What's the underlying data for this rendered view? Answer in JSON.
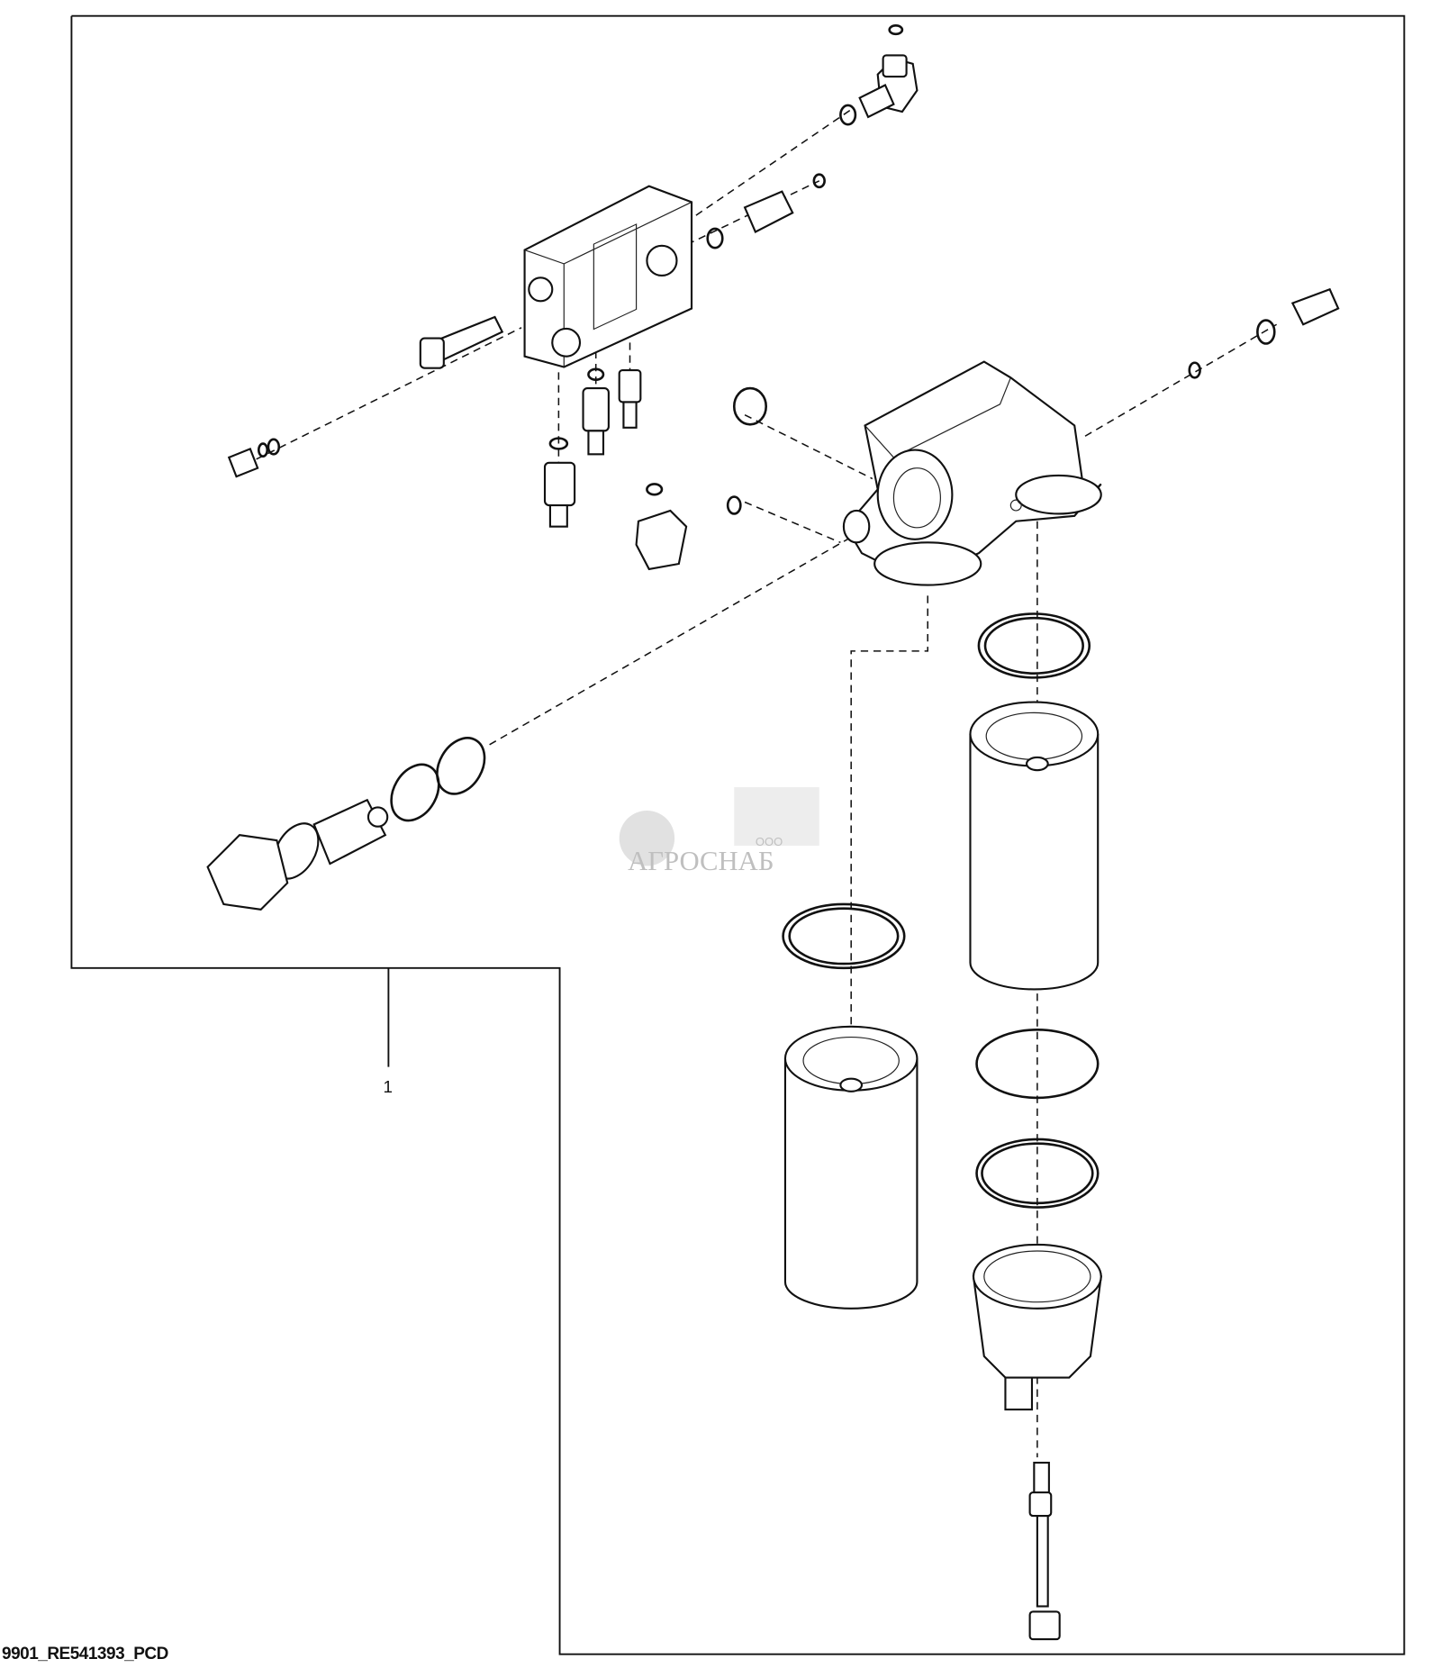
{
  "diagram": {
    "drawing_id": "9901_RE541393_PCD",
    "callouts": [
      "1"
    ],
    "watermark": {
      "prefix": "ООО",
      "brand": "АГРОСНАБ"
    }
  }
}
